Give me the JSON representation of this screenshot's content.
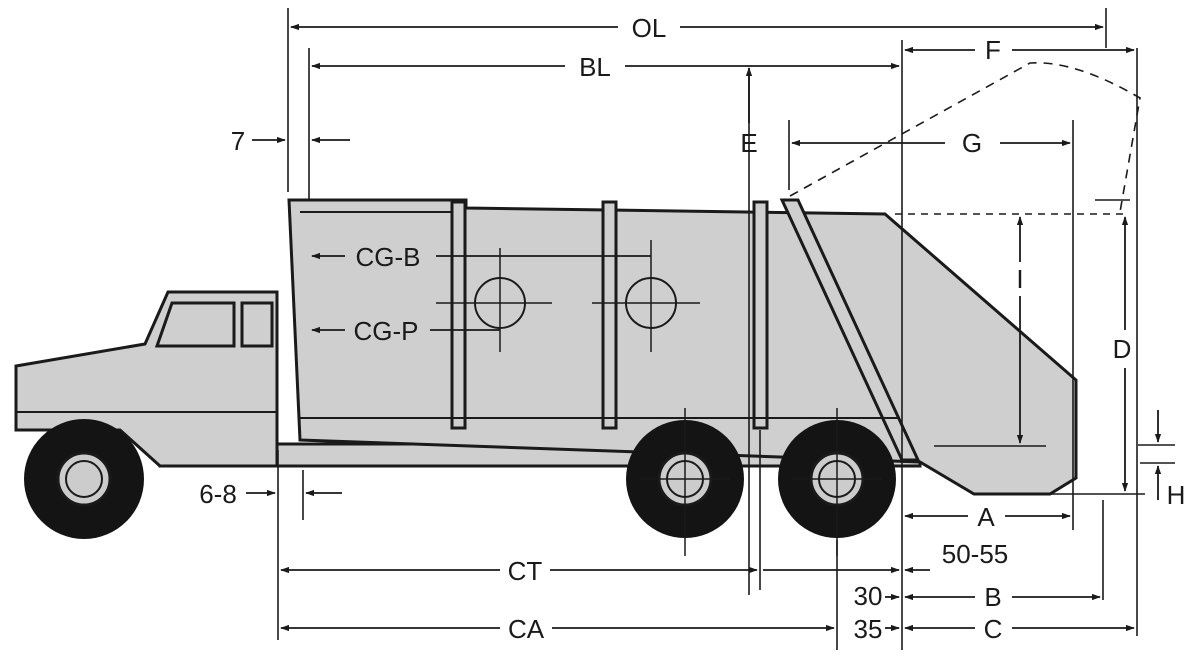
{
  "labels": {
    "ol": "OL",
    "bl": "BL",
    "f": "F",
    "seven": "7",
    "e": "E",
    "g": "G",
    "cg_b": "CG-B",
    "cg_p": "CG-P",
    "i": "I",
    "d": "D",
    "six_eight": "6-8",
    "h": "H",
    "a": "A",
    "fifty_fiftyfive": "50-55",
    "ct": "CT",
    "thirty": "30",
    "b": "B",
    "ca": "CA",
    "thirtyfive": "35",
    "c": "C"
  },
  "colors": {
    "line": "#1a1a1a",
    "body_fill": "#cfcfcf",
    "tire": "#141414",
    "hub": "#cccccc",
    "background": "#ffffff"
  }
}
